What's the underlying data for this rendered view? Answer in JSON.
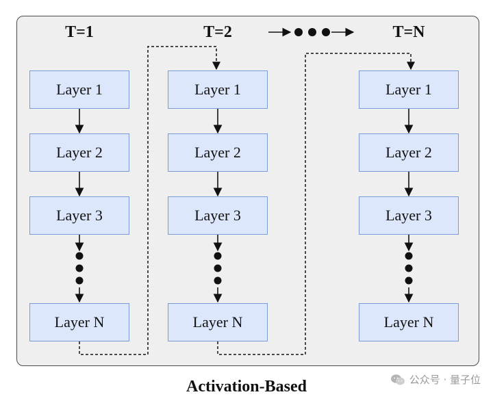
{
  "diagram": {
    "time_steps": [
      {
        "label": "T=1",
        "layers": [
          "Layer 1",
          "Layer 2",
          "Layer 3",
          "Layer N"
        ]
      },
      {
        "label": "T=2",
        "layers": [
          "Layer 1",
          "Layer 2",
          "Layer 3",
          "Layer N"
        ]
      },
      {
        "label": "T=N",
        "layers": [
          "Layer 1",
          "Layer 2",
          "Layer 3",
          "Layer N"
        ]
      }
    ],
    "caption": "Activation-Based"
  },
  "watermark": {
    "text": "公众号 · 量子位",
    "icon": "wechat-icon"
  },
  "colors": {
    "panel_bg": "#efefef",
    "box_fill": "#dce7fb",
    "box_border": "#7b9ad6",
    "ink": "#111111"
  }
}
